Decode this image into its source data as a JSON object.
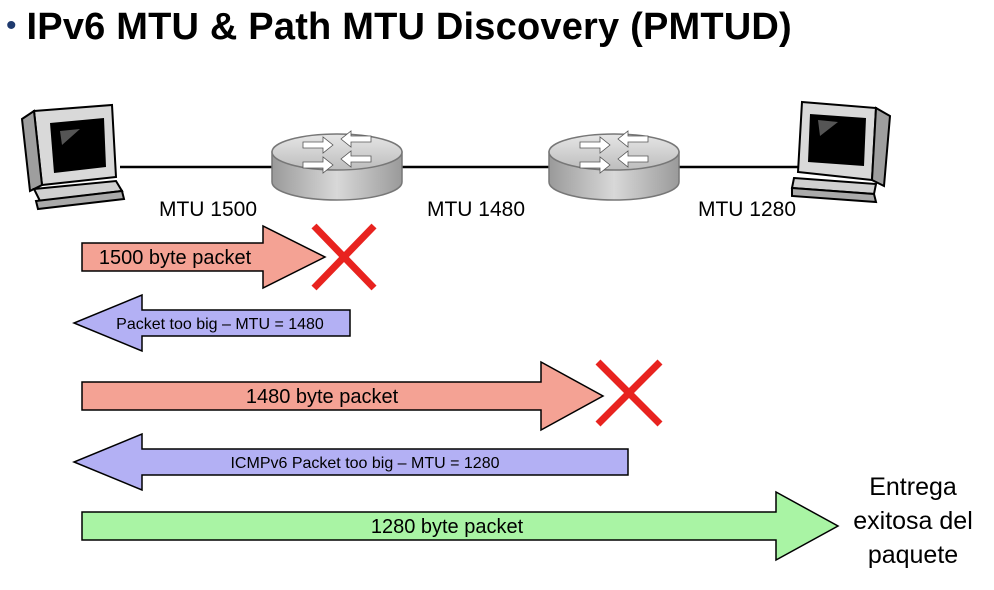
{
  "slide": {
    "bullet": "•",
    "title": "IPv6 MTU & Path MTU Discovery (PMTUD)"
  },
  "links": [
    {
      "label": "MTU 1500"
    },
    {
      "label": "MTU 1480"
    },
    {
      "label": "MTU 1280"
    }
  ],
  "arrows": [
    {
      "label": "1500 byte packet",
      "direction": "right",
      "color": "#f4a294",
      "blocked": true
    },
    {
      "label": "Packet too big – MTU = 1480",
      "direction": "left",
      "color": "#b3b0f4",
      "blocked": false
    },
    {
      "label": "1480 byte packet",
      "direction": "right",
      "color": "#f4a294",
      "blocked": true
    },
    {
      "label": "ICMPv6 Packet too big – MTU = 1280",
      "direction": "left",
      "color": "#b3b0f4",
      "blocked": false
    },
    {
      "label": "1280 byte packet",
      "direction": "right",
      "color": "#a9f4a4",
      "blocked": false
    }
  ],
  "result": {
    "lines": [
      "Entrega",
      "exitosa del",
      "paquete"
    ]
  },
  "colors": {
    "cross": "#e8231f",
    "router": "#c8c8c8",
    "bullet": "#1f3a6e"
  },
  "icons": [
    "computer-icon",
    "router-icon",
    "cross-icon"
  ]
}
